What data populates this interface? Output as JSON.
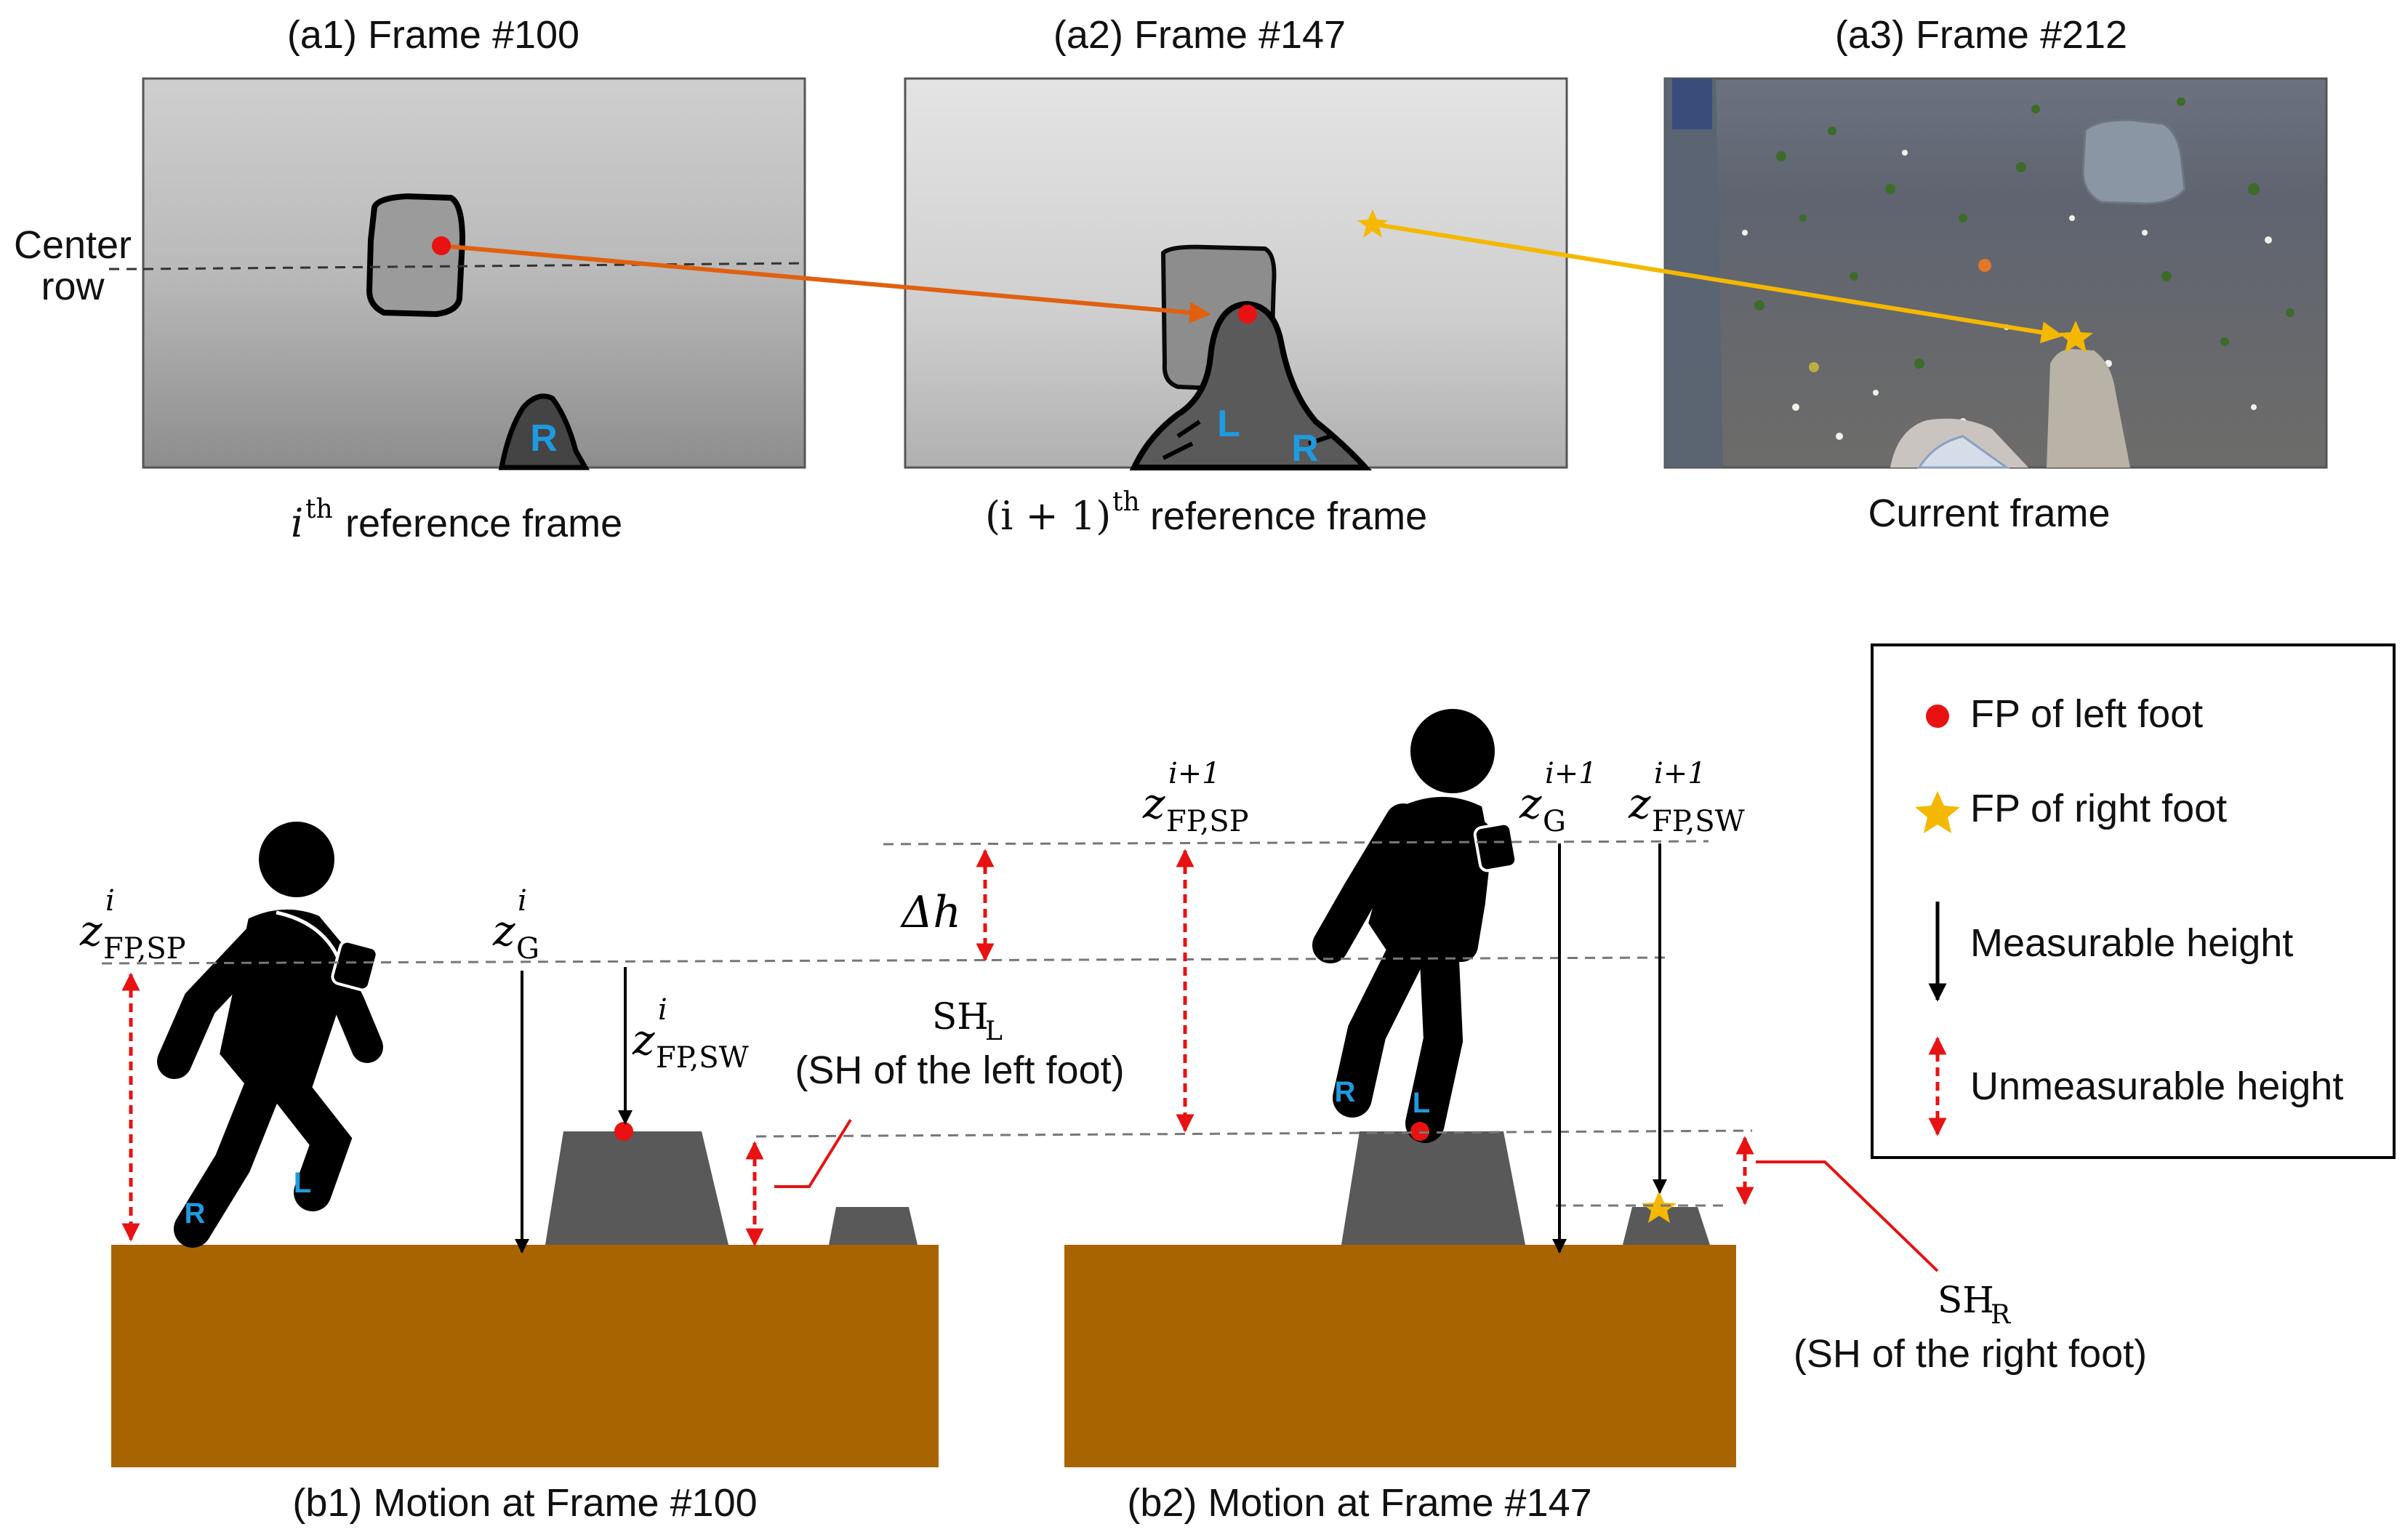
{
  "panels": {
    "a1": {
      "title": "(a1) Frame #100",
      "caption": "reference frame",
      "caption_sup": "th",
      "caption_var": "i"
    },
    "a2": {
      "title": "(a2) Frame #147",
      "caption": "reference frame",
      "caption_prefix": "(i + 1)",
      "caption_sup": "th"
    },
    "a3": {
      "title": "(a3) Frame #212",
      "caption": "Current frame"
    },
    "center_row": [
      "Center",
      "row"
    ],
    "foot_labels": {
      "right": "R",
      "left": "L"
    }
  },
  "bottom": {
    "b1": {
      "caption": "(b1) Motion at Frame #100"
    },
    "b2": {
      "caption": "(b2) Motion at Frame #147"
    },
    "labels": {
      "z_fp_sp_i": {
        "base": "z",
        "sup": "i",
        "sub": "FP,SP"
      },
      "z_g_i": {
        "base": "z",
        "sup": "i",
        "sub": "G"
      },
      "z_fp_sw_i": {
        "base": "z",
        "sup": "i",
        "sub": "FP,SW"
      },
      "z_fp_sp_i1": {
        "base": "z",
        "sup": "i+1",
        "sub": "FP,SP"
      },
      "z_g_i1": {
        "base": "z",
        "sup": "i+1",
        "sub": "G"
      },
      "z_fp_sw_i1": {
        "base": "z",
        "sup": "i+1",
        "sub": "FP,SW"
      },
      "delta_h": "Δh",
      "sh_l": {
        "base": "SH",
        "sub": "L",
        "desc": "(SH of the left foot)"
      },
      "sh_r": {
        "base": "SH",
        "sub": "R",
        "desc": "(SH of the right foot)"
      }
    }
  },
  "legend": {
    "items": [
      {
        "icon": "red-dot",
        "label": "FP of left foot"
      },
      {
        "icon": "yellow-star",
        "label": "FP of right foot"
      },
      {
        "icon": "black-arrow",
        "label": "Measurable height"
      },
      {
        "icon": "red-double-arrow",
        "label": "Unmeasurable height"
      }
    ]
  },
  "colors": {
    "ground": "#A86400",
    "obstacle": "#595959",
    "red": "#E81212",
    "orange_arrow": "#E06010",
    "yellow": "#F5B800",
    "foot_label": "#1E9BE0"
  }
}
